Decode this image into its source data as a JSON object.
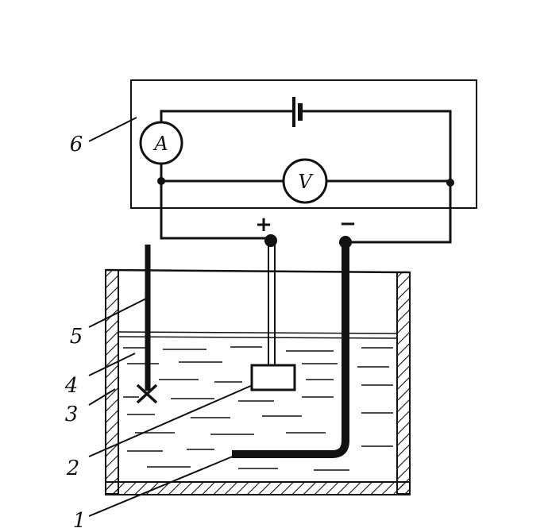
{
  "meters": {
    "ammeter": "A",
    "voltmeter": "V"
  },
  "polarity": {
    "positive": "+",
    "negative": "−"
  },
  "labels": {
    "item1": "1",
    "item2": "2",
    "item3": "3",
    "item4": "4",
    "item5": "5",
    "item6": "6"
  },
  "colors": {
    "ink": "#111111",
    "background": "#ffffff"
  }
}
